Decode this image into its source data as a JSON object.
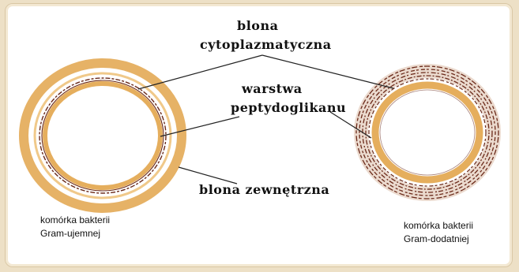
{
  "labels": {
    "membrane_line1": "blona",
    "membrane_line2": "cytoplazmatyczna",
    "peptidoglycan_line1": "warstwa",
    "peptidoglycan_line2": "peptydoglikanu",
    "outer_membrane": "blona zewnętrzna"
  },
  "cells": {
    "left_line1": "komórka bakterii",
    "left_line2": "Gram-ujemnej",
    "right_line1": "komórka bakterii",
    "right_line2": "Gram-dodatniej"
  },
  "colors": {
    "orange_wall": "#e2a54b",
    "membrane": "#6b2a1a",
    "pointer": "#222222"
  }
}
